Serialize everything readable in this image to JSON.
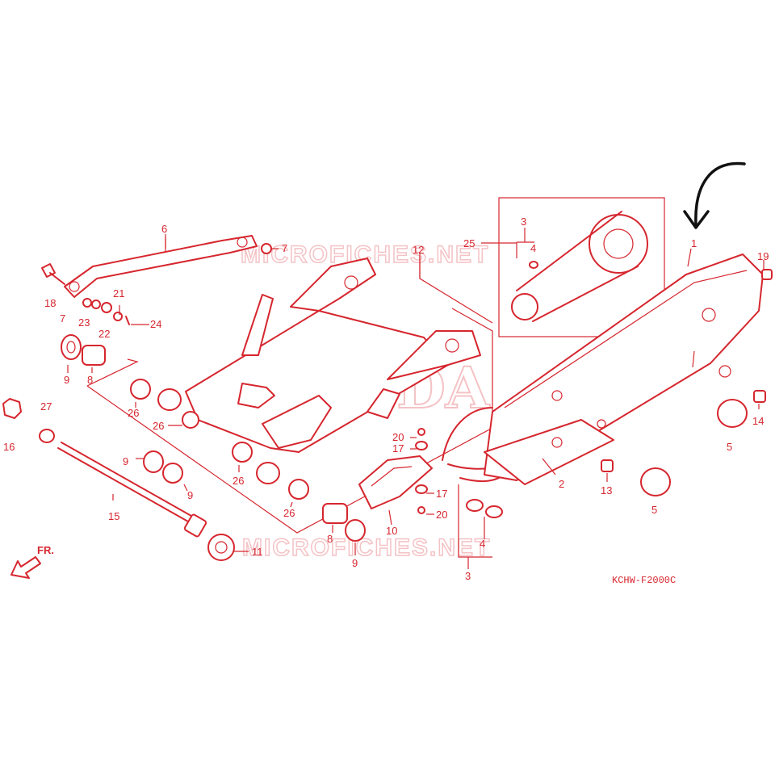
{
  "watermarks": {
    "top": "MICROFICHES.NET",
    "center": "HONDA",
    "bottom": "MICROFICHES.NET"
  },
  "diagram_code": "KCHW-F2000C",
  "front_marker": "FR.",
  "callouts": {
    "c1": "1",
    "c2": "2",
    "c3a": "3",
    "c3b": "3",
    "c4a": "4",
    "c4b": "4",
    "c5a": "5",
    "c5b": "5",
    "c6": "6",
    "c7a": "7",
    "c7b": "7",
    "c8a": "8",
    "c8b": "8",
    "c9a": "9",
    "c9b": "9",
    "c9c": "9",
    "c9d": "9",
    "c10": "10",
    "c11": "11",
    "c12": "12",
    "c13": "13",
    "c14": "14",
    "c15": "15",
    "c16": "16",
    "c17a": "17",
    "c17b": "17",
    "c18": "18",
    "c19": "19",
    "c20a": "20",
    "c20b": "20",
    "c21": "21",
    "c22": "22",
    "c23": "23",
    "c24": "24",
    "c25": "25",
    "c26a": "26",
    "c26b": "26",
    "c26c": "26",
    "c26d": "26",
    "c27": "27"
  },
  "colors": {
    "line": "#d6262e",
    "watermark": "#f2b4b7",
    "arrow": "#111111"
  },
  "annotation": {
    "icon": "curved-arrow-icon",
    "points_to": "1"
  }
}
